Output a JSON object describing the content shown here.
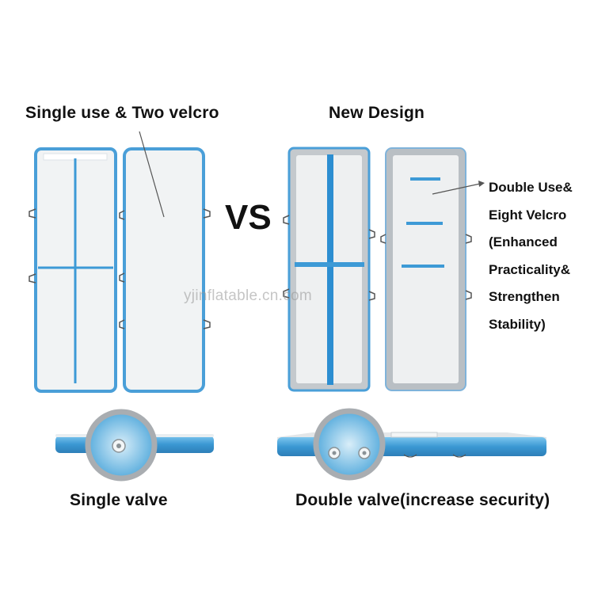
{
  "left_title": "Single use & Two velcro",
  "right_title": "New Design",
  "vs_label": "VS",
  "features_lines": [
    "Double Use&",
    "Eight Velcro",
    "(Enhanced",
    "Practicality&",
    "Strengthen",
    "Stability)"
  ],
  "watermark": "yjinflatable.cn.com",
  "left_caption": "Single valve",
  "right_caption": "Double valve(increase security)",
  "colors": {
    "mat_blue": "#3d9ad6",
    "mat_surface": "#eef0f1",
    "mat_grey": "#a9b0b5",
    "ring_grey": "#a9adb1"
  }
}
